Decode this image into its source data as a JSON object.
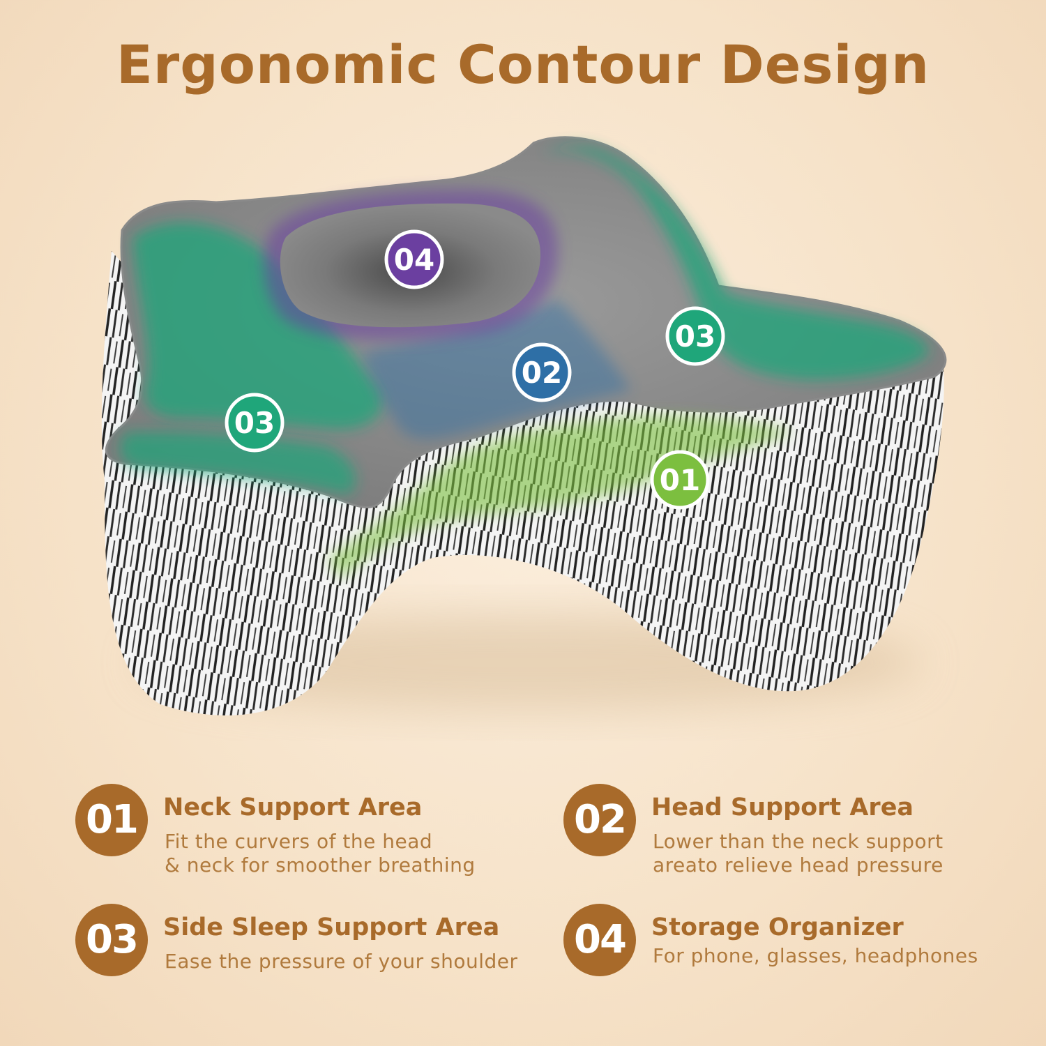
{
  "title": "Ergonomic Contour Design",
  "markers": {
    "top_center": "04",
    "center": "02",
    "left": "03",
    "right": "03",
    "front": "01"
  },
  "colors": {
    "brand": "#a86a2a",
    "neck_area": "#7cbf3f",
    "head_area": "#2e6fa6",
    "side_area": "#1fa67a",
    "storage": "#6b3fa0",
    "pillow_grey": "#8f8f8f"
  },
  "features": [
    {
      "number": "01",
      "title": "Neck Support Area",
      "description": "Fit the curvers of the head\n& neck for smoother breathing"
    },
    {
      "number": "02",
      "title": "Head Support Area",
      "description": "Lower than the neck support\nareato relieve head pressure"
    },
    {
      "number": "03",
      "title": "Side Sleep Support Area",
      "description": "Ease the pressure of your shoulder"
    },
    {
      "number": "04",
      "title": "Storage Organizer",
      "description": "For phone, glasses, headphones"
    }
  ]
}
